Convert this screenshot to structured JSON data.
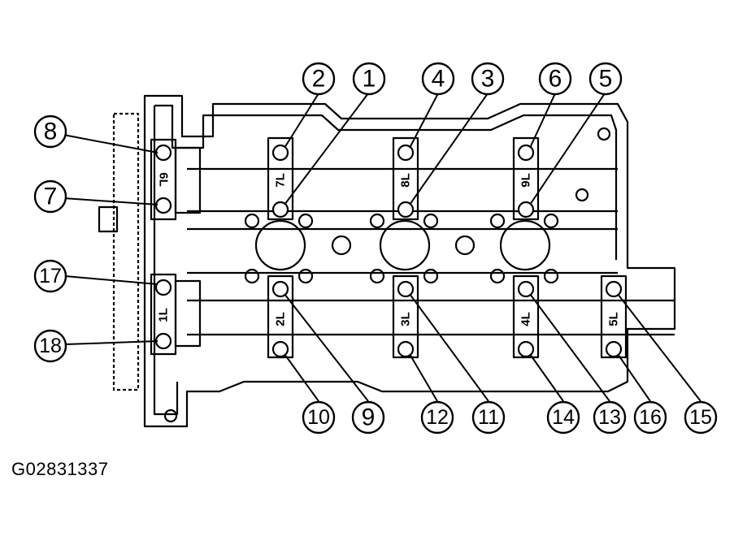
{
  "figure_id": "G02831337",
  "colors": {
    "ink": "#000000",
    "paper": "#ffffff"
  },
  "cap_labels": [
    "6L",
    "1L",
    "7L",
    "2L",
    "8L",
    "3L",
    "9L",
    "4L",
    "5L"
  ],
  "callouts": [
    "1",
    "2",
    "3",
    "4",
    "5",
    "6",
    "7",
    "8",
    "9",
    "10",
    "11",
    "12",
    "13",
    "14",
    "15",
    "16",
    "17",
    "18"
  ]
}
